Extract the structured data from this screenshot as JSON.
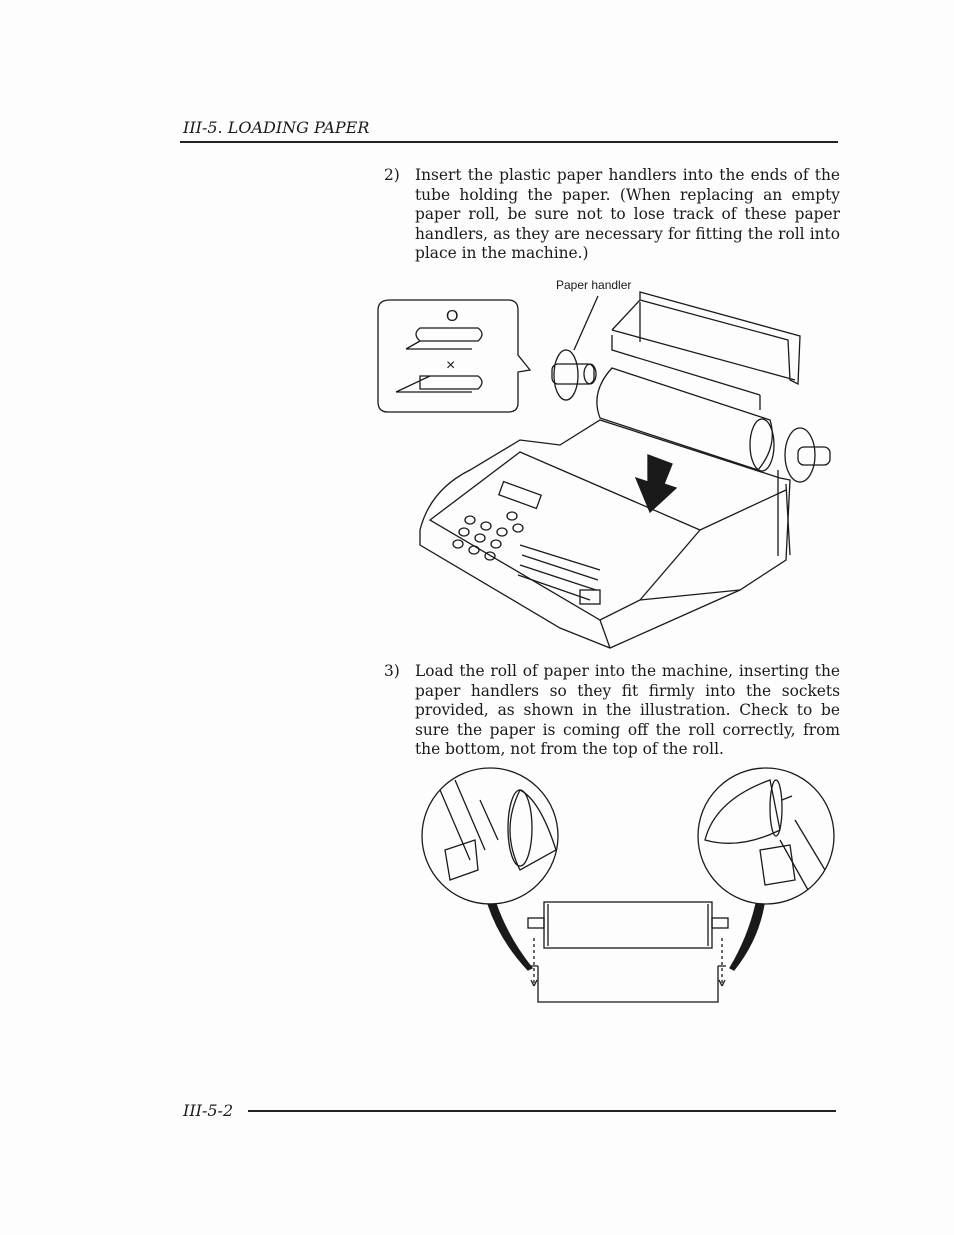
{
  "header": {
    "title": "III-5. LOADING PAPER"
  },
  "steps": [
    {
      "number": "2)",
      "text": "Insert the plastic paper handlers into the ends of the tube holding the paper. (When replacing an empty paper roll, be sure not to lose track of these paper handlers, as they are necessary for fitting the roll into place in the machine.)"
    },
    {
      "number": "3)",
      "text": "Load the roll of paper into the machine, inserting the paper handlers so they fit firmly into the sockets provided, as shown in the illustration. Check to be sure the paper is coming off the roll correctly, from the bottom, not from the top of the roll."
    }
  ],
  "figure1": {
    "caption": "Paper handler",
    "inset_correct_mark": "O",
    "inset_wrong_mark": "×"
  },
  "footer": {
    "page_number": "III-5-2"
  }
}
